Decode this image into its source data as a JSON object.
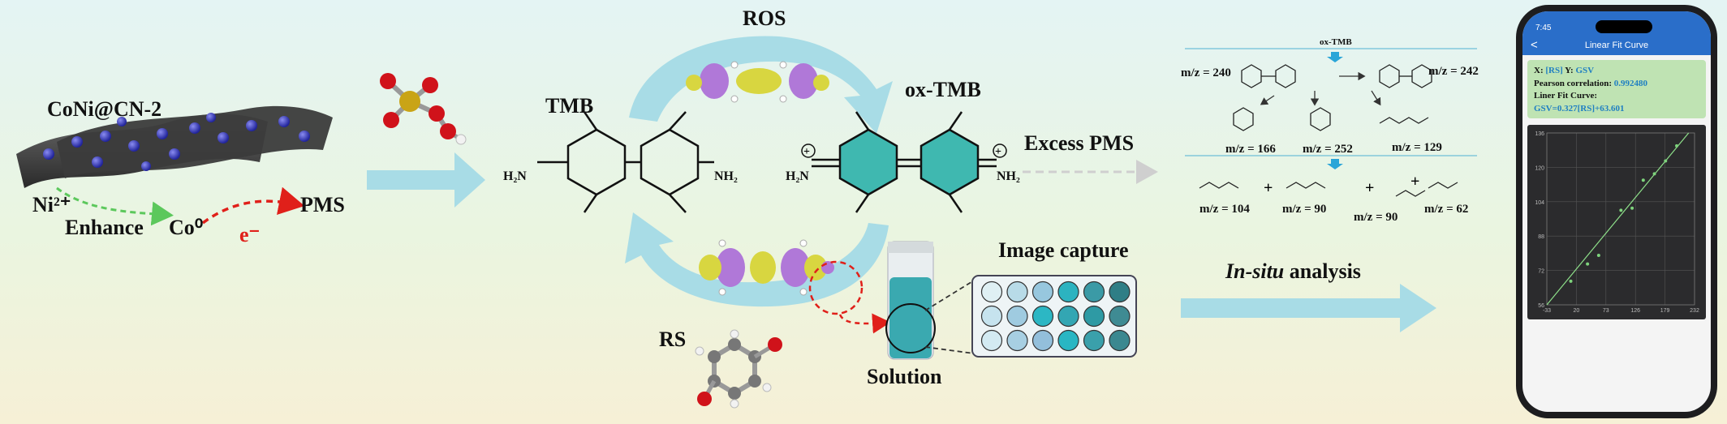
{
  "catalyst": {
    "name": "CoNi@CN-2",
    "ion": "Ni²⁺",
    "enhance": "Enhance",
    "cobalt": "Co⁰",
    "electron": "e⁻",
    "oxidant": "PMS"
  },
  "cycle": {
    "ros": "ROS",
    "rs": "RS",
    "tmb": "TMB",
    "ox_tmb": "ox-TMB",
    "excess": "Excess  PMS"
  },
  "capture": {
    "image_capture": "Image capture",
    "solution": "Solution",
    "insitu_italic": "In-situ",
    "insitu_rest": " analysis"
  },
  "tmb_groups": {
    "h2n": "H₂N",
    "nh2": "NH₂",
    "plus_h2n": "H₂N",
    "plus_nh2": "NH₂"
  },
  "products": {
    "top_title": "ox-TMB",
    "mz240": "m/z = 240",
    "mz242": "m/z = 242",
    "mz166": "m/z = 166",
    "mz252": "m/z = 252",
    "mz129": "m/z = 129",
    "mz104": "m/z = 104",
    "mz90a": "m/z = 90",
    "mz90b": "m/z = 90",
    "mz62": "m/z = 62"
  },
  "phone": {
    "time": "7:45",
    "nav_title": "Linear Fit Curve",
    "back": "<",
    "x_label": "X:",
    "x_value": "[RS]",
    "y_label": "Y:",
    "y_value": "GSV",
    "pearson_label": "Pearson correlation:",
    "pearson_value": "0.992480",
    "fit_label": "Liner Fit Curve:",
    "fit_equation": "GSV=0.327[RS]+63.601"
  },
  "chart_data": {
    "type": "scatter",
    "x_ticks": [
      "-33",
      "20",
      "73",
      "126",
      "179",
      "232"
    ],
    "y_ticks": [
      "56",
      "72",
      "88",
      "104",
      "120",
      "136"
    ],
    "xlim": [
      -33,
      232
    ],
    "ylim": [
      56,
      136
    ],
    "x": [
      10,
      40,
      60,
      100,
      120,
      140,
      160,
      180,
      200
    ],
    "y": [
      67,
      75,
      79,
      100,
      101,
      114,
      117,
      123,
      130
    ],
    "fit": {
      "slope": 0.327,
      "intercept": 63.601
    },
    "point_color": "#7ed37c",
    "line_color": "#8ee08a"
  },
  "colors": {
    "arrow_blue": "#a8dce6",
    "teal": "#3fb8b0",
    "accent_red": "#e0201a",
    "title_blue": "#2a6ec9",
    "tube_liquid": "#3aa9b0"
  },
  "wells": [
    [
      "#dff0f4",
      "#b8dbe8",
      "#97c7de",
      "#2cb3c0",
      "#3b9aa6",
      "#2f7e86"
    ],
    [
      "#c6e3ee",
      "#9fcbe0",
      "#2cb7c4",
      "#33a6b3",
      "#2e9aa4",
      "#3f8b93"
    ],
    [
      "#d3eaf2",
      "#a7cfe2",
      "#93bfdb",
      "#29b6c3",
      "#3aa0ab",
      "#3b8890"
    ]
  ]
}
